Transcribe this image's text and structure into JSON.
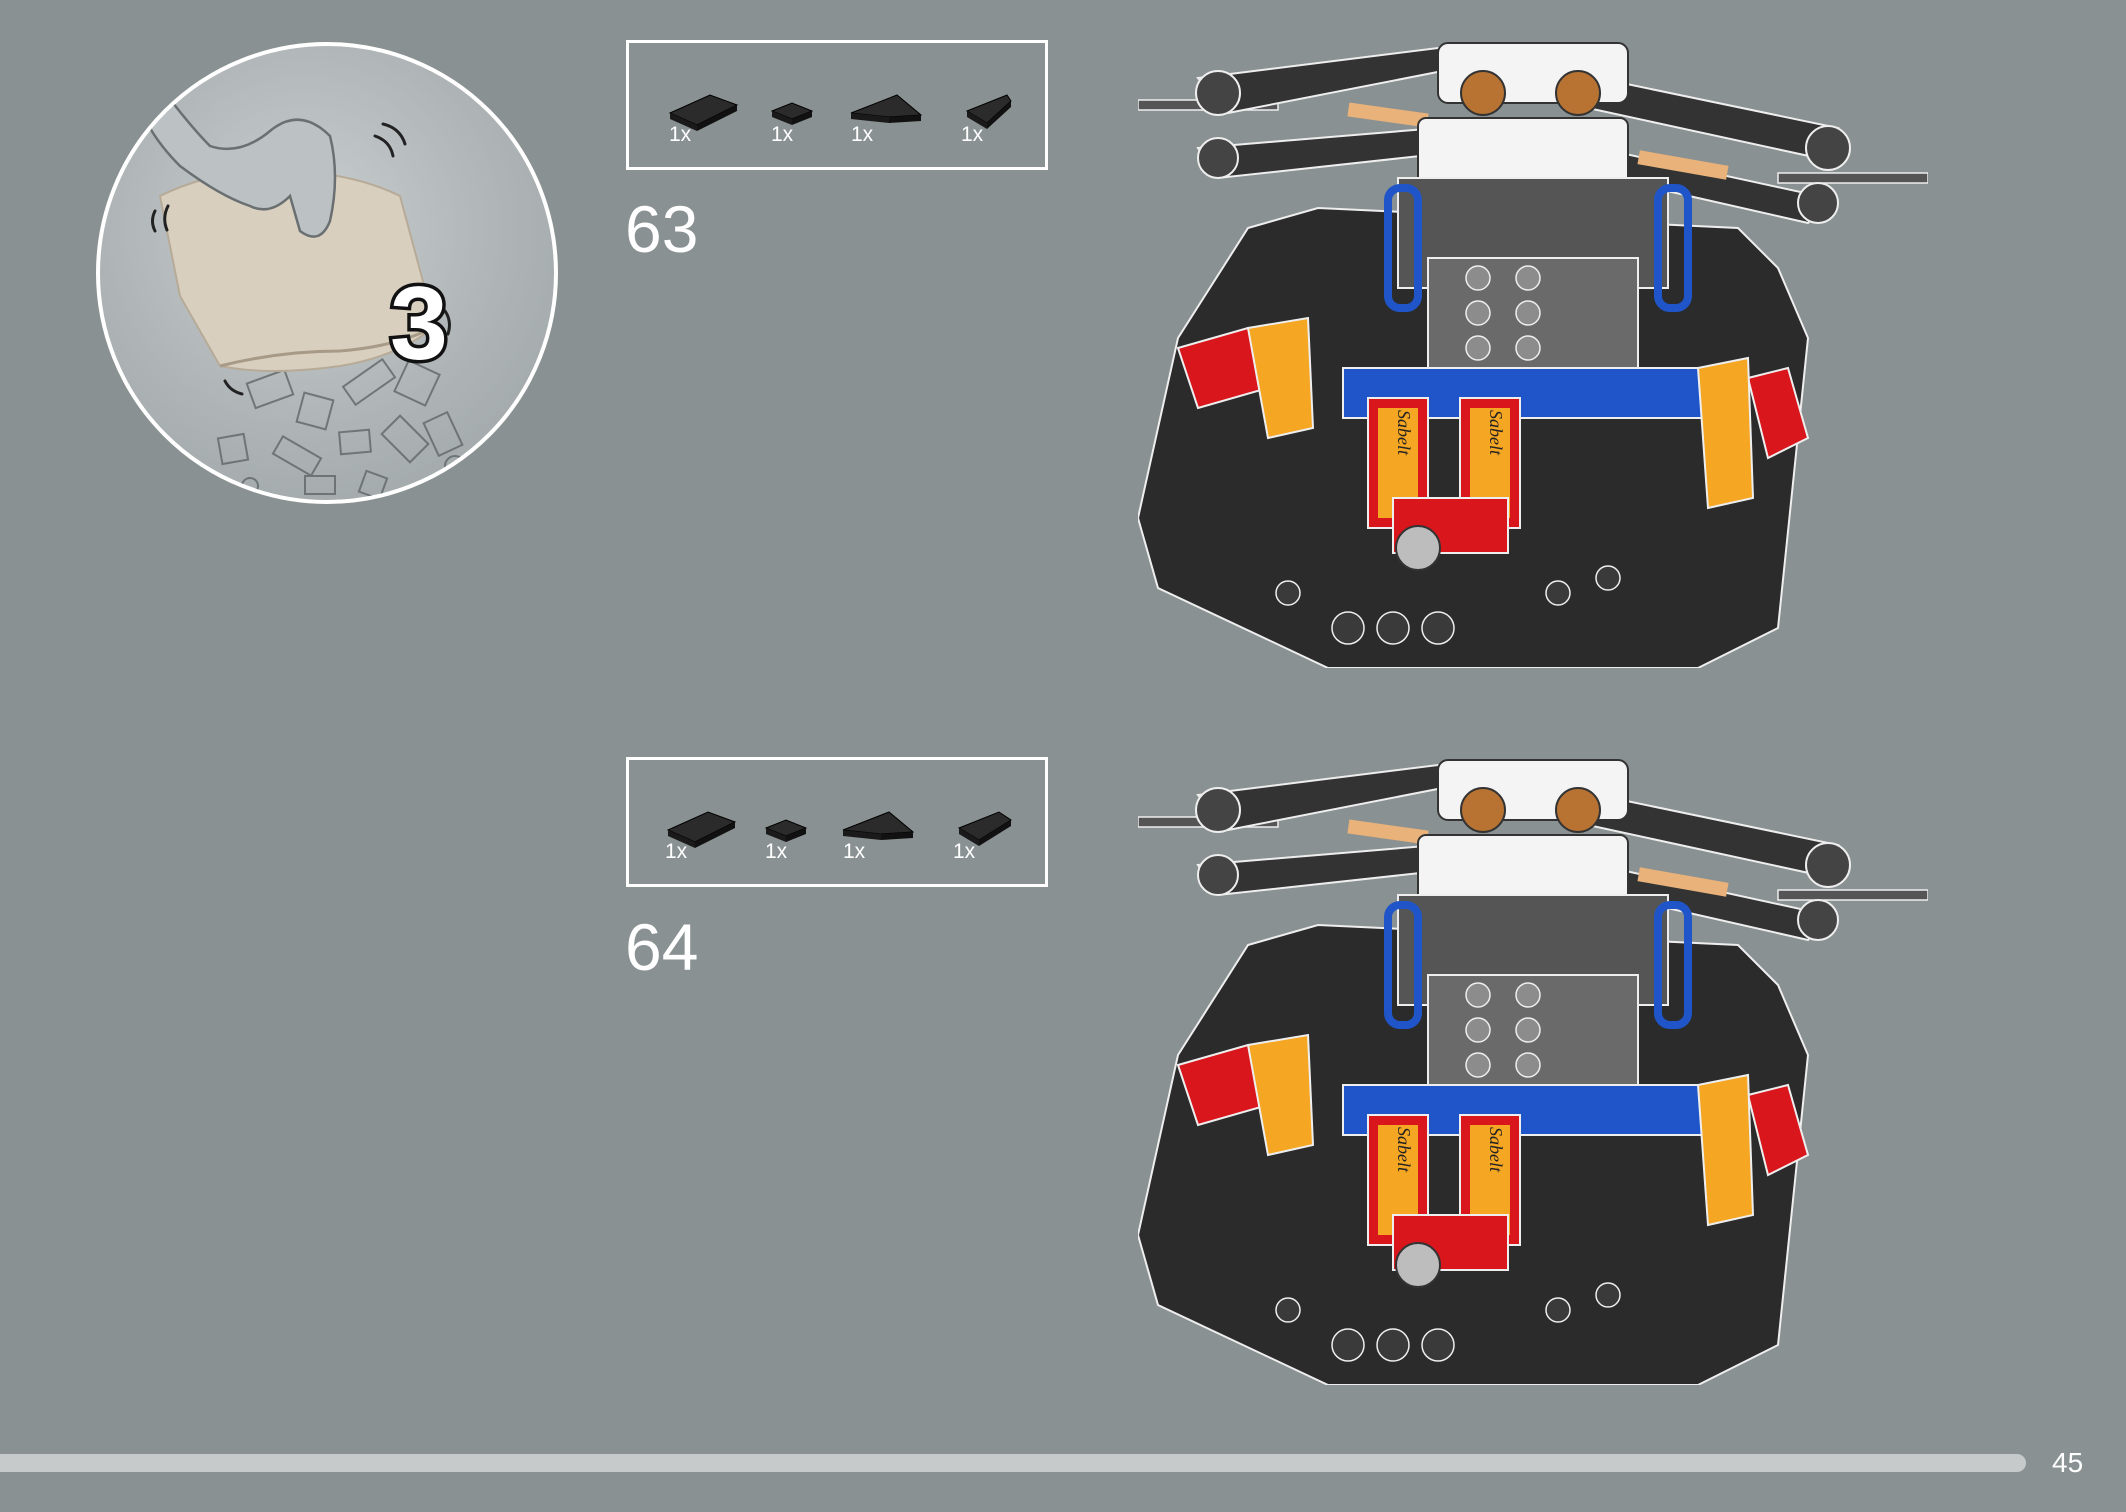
{
  "bag": {
    "number": "3"
  },
  "steps": [
    {
      "number": "63",
      "parts": [
        {
          "qty": "1x",
          "icon": "tile-1x2-dark-grey-icon"
        },
        {
          "qty": "1x",
          "icon": "tile-1x1-dark-grey-icon"
        },
        {
          "qty": "1x",
          "icon": "wedge-plate-dark-grey-icon"
        },
        {
          "qty": "1x",
          "icon": "tile-curved-dark-grey-icon"
        }
      ]
    },
    {
      "number": "64",
      "parts": [
        {
          "qty": "1x",
          "icon": "tile-1x2-dark-grey-icon"
        },
        {
          "qty": "1x",
          "icon": "tile-1x1-dark-grey-icon"
        },
        {
          "qty": "1x",
          "icon": "wedge-plate-dark-grey-icon"
        },
        {
          "qty": "1x",
          "icon": "tile-curved-dark-grey-icon"
        }
      ]
    }
  ],
  "model_label": "Sabelt",
  "page": {
    "number": "45"
  },
  "colors": {
    "background": "#8a9192",
    "brick_black": "#2b2b2b",
    "brick_red": "#d8161c",
    "brick_yellow": "#f5a623",
    "brick_blue": "#1f55c8",
    "brick_white": "#f4f4f4",
    "brick_grey": "#8c8c8c"
  }
}
